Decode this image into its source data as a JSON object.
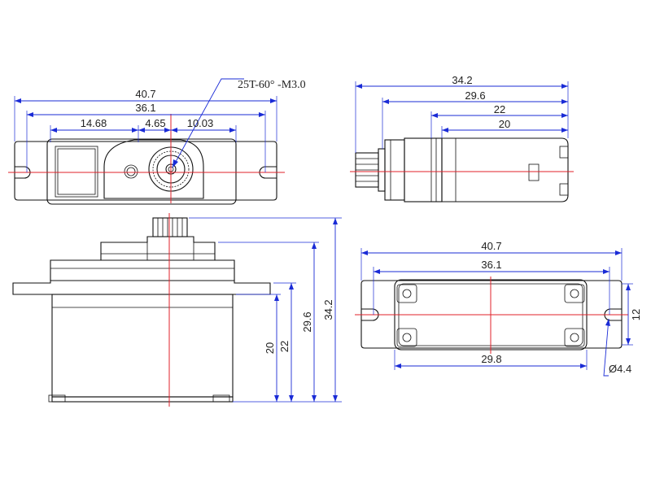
{
  "colors": {
    "outline": "#111111",
    "dimension": "#1a2bd6",
    "centerline": "#e0202a",
    "background": "#ffffff"
  },
  "top_view": {
    "callout": "25T-60° -M3.0",
    "dims": {
      "overall_width": "40.7",
      "hole_spacing": "36.1",
      "left_offset": "14.68",
      "shaft_offset": "4.65",
      "right_offset": "10.03"
    }
  },
  "side_view": {
    "dims": {
      "height_total": "34.2",
      "height_b": "29.6",
      "height_c": "22",
      "height_d": "20"
    }
  },
  "right_view": {
    "dims": {
      "length_total": "34.2",
      "length_b": "29.6",
      "length_c": "22",
      "length_d": "20"
    }
  },
  "bottom_view": {
    "dims": {
      "overall_width": "40.7",
      "hole_spacing": "36.1",
      "body_width": "29.8",
      "flange_height": "12",
      "hole_diameter": "Ø4.4"
    }
  }
}
